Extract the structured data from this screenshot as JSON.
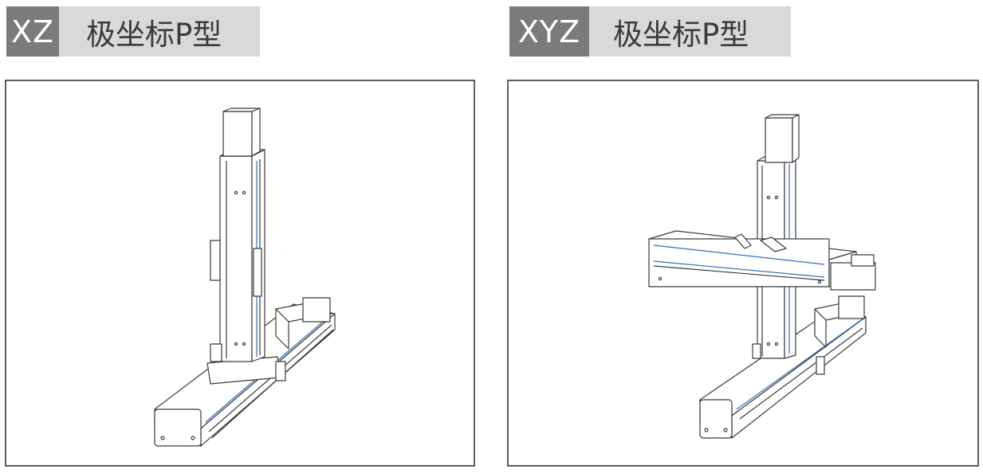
{
  "panels": [
    {
      "code": "XZ",
      "name": "极坐标P型"
    },
    {
      "code": "XYZ",
      "name": "极坐标P型"
    }
  ],
  "colors": {
    "code_bg": "#7a7b7d",
    "name_bg": "#d9d9da",
    "frame_border": "#5d5d5f",
    "line_art": "#3a3a3a",
    "blue_accent": "#2f6fb5"
  }
}
